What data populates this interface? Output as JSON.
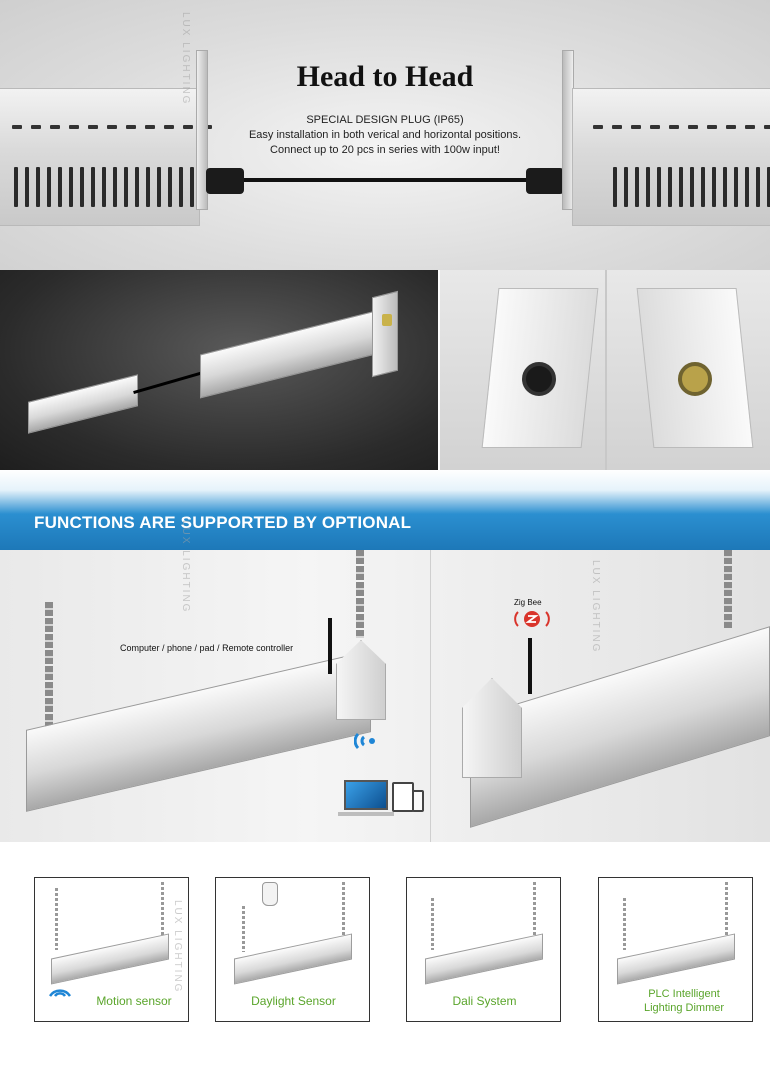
{
  "section1": {
    "title": "Head to Head",
    "line1": "SPECIAL DESIGN PLUG (IP65)",
    "line2": "Easy installation in both verical and horizontal positions.",
    "line3": "Connect up to 20 pcs in series with 100w input!"
  },
  "functions": {
    "banner": "FUNCTIONS ARE SUPPORTED BY OPTIONAL",
    "controller_caption": "Computer / phone / pad / Remote controller",
    "zigbee_label": "Zig Bee"
  },
  "options": [
    {
      "label": "Motion sensor"
    },
    {
      "label": "Daylight Sensor"
    },
    {
      "label": "Dali System"
    },
    {
      "label_line1": "PLC Intelligent",
      "label_line2": "Lighting Dimmer"
    }
  ],
  "watermark": "LUX LIGHTING",
  "colors": {
    "banner_blue": "#1d78b8",
    "option_green": "#5aa52b",
    "wifi_blue": "#1f86d6",
    "zigbee_red": "#d9342b"
  }
}
